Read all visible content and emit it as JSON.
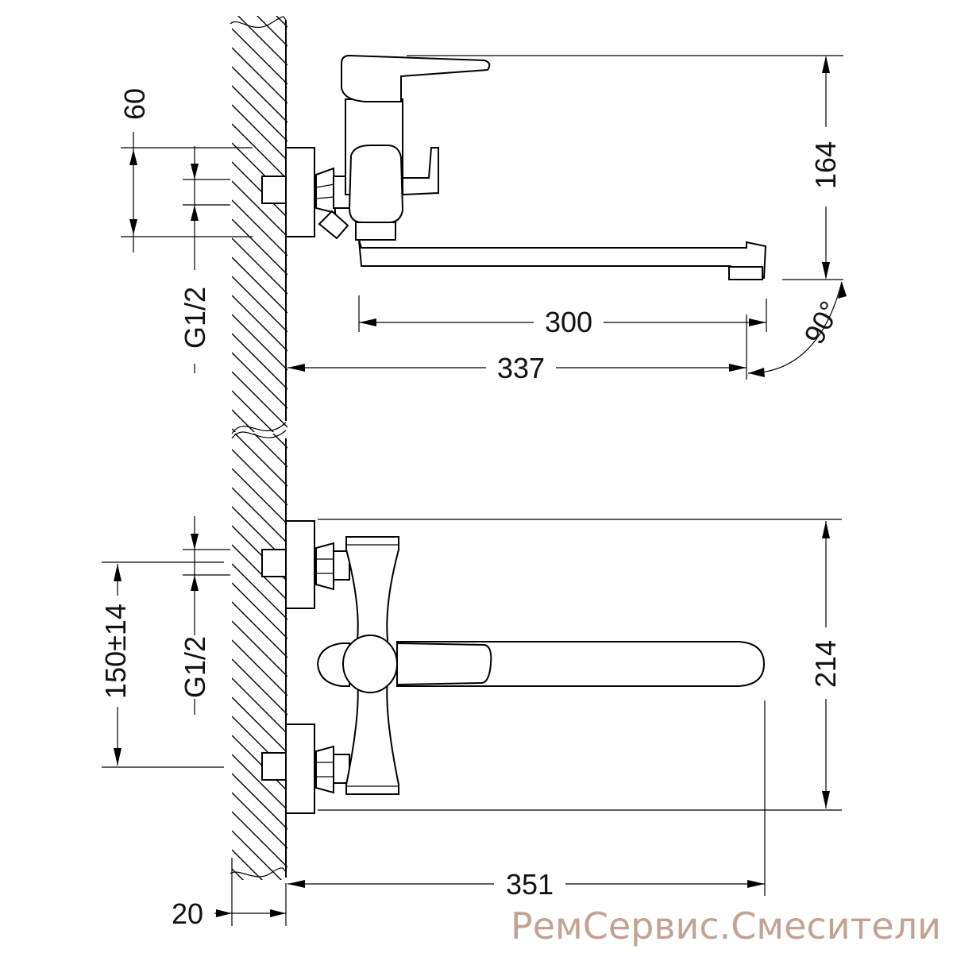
{
  "side_view": {
    "dimensions": {
      "height_total": "164",
      "spout_reach": "300",
      "overall_reach": "337",
      "inlet_height": "60",
      "thread": "G1/2",
      "rotation": "90°"
    }
  },
  "top_view": {
    "dimensions": {
      "width_total": "214",
      "center_distance": "150±14",
      "thread": "G1/2",
      "overall_reach": "351",
      "wall_offset": "20"
    }
  },
  "watermark": {
    "text": "РемСервис.Смесители",
    "color": "#c3a292"
  }
}
